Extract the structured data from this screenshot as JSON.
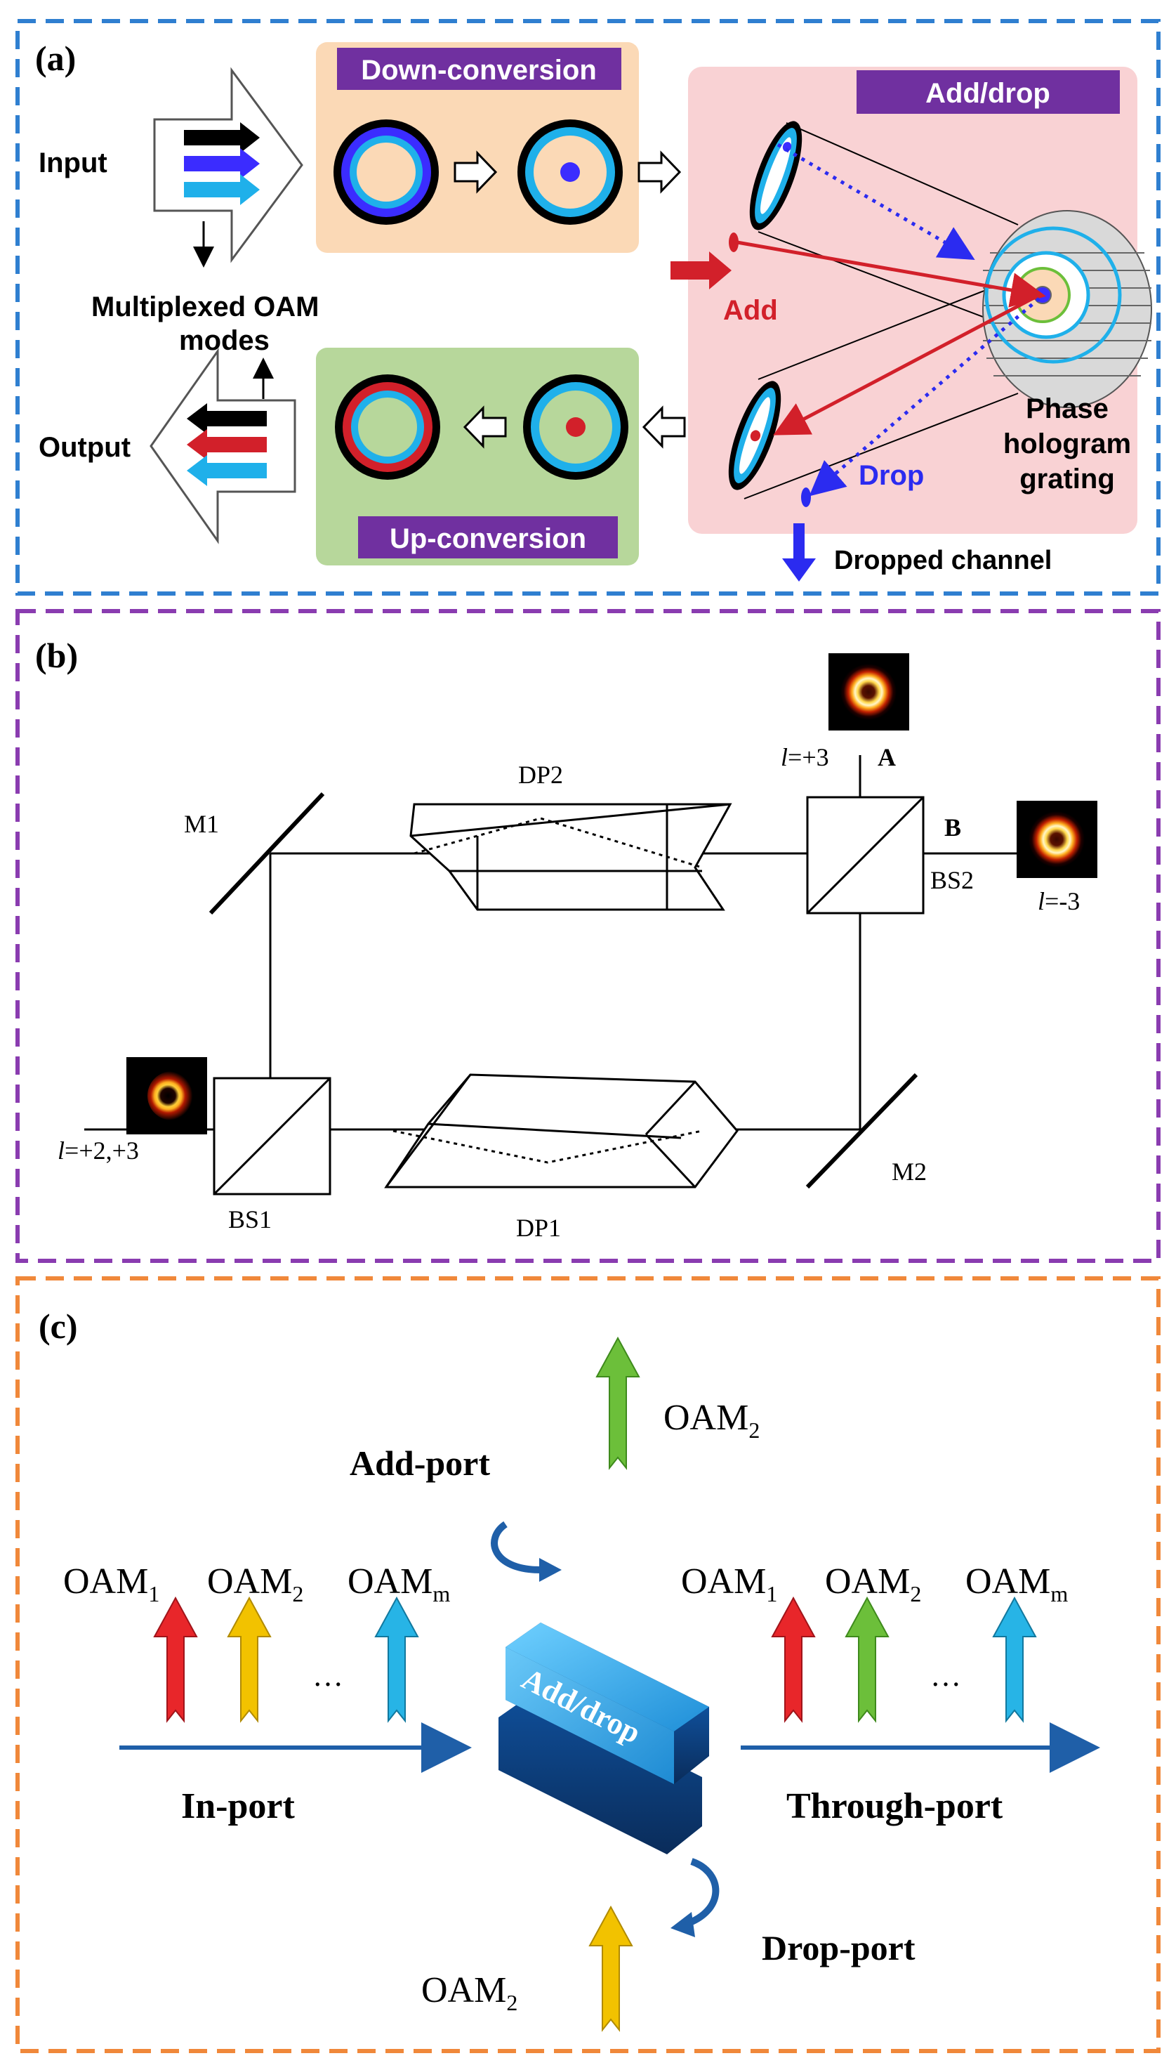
{
  "panel_a": {
    "label": "(a)",
    "input_label": "Input",
    "output_label": "Output",
    "multiplexed_line1": "Multiplexed OAM",
    "multiplexed_line2": "modes",
    "down_conversion": "Down-conversion",
    "up_conversion": "Up-conversion",
    "add_drop_title": "Add/drop",
    "add_label": "Add",
    "drop_label": "Drop",
    "phase_line1": "Phase",
    "phase_line2": "hologram",
    "phase_line3": "grating",
    "dropped_channel": "Dropped channel",
    "colors": {
      "down_bg": "#fbd9b6",
      "up_bg": "#b7d79b",
      "adddrop_bg": "#f9d2d4",
      "label_box": "#7030a0",
      "red": "#d2202a",
      "blue": "#2b2bf0",
      "cyan": "#1fb0ea",
      "violet": "#3b2cff"
    }
  },
  "panel_b": {
    "label": "(b)",
    "m1": "M1",
    "m2": "M2",
    "dp1": "DP1",
    "dp2": "DP2",
    "bs1": "BS1",
    "bs2": "BS2",
    "port_a": "A",
    "port_b": "B",
    "l_italic": "l",
    "l_input_val": "=+2,+3",
    "l_a_val": "=+3",
    "l_b_val": "=-3"
  },
  "panel_c": {
    "label": "(c)",
    "oam": "OAM",
    "sub_1": "1",
    "sub_2": "2",
    "sub_m": "m",
    "ellipsis": "…",
    "add_port": "Add-port",
    "in_port": "In-port",
    "through_port": "Through-port",
    "drop_port": "Drop-port",
    "device_label": "Add/drop",
    "colors": {
      "red": "#e8262a",
      "yellow": "#f2c200",
      "cyan": "#27b4e6",
      "green": "#6cbf3a",
      "line": "#1f5fa8"
    }
  },
  "frame_colors": {
    "a": "#2f7fd0",
    "b": "#8a3cb0",
    "c": "#f0883a"
  }
}
